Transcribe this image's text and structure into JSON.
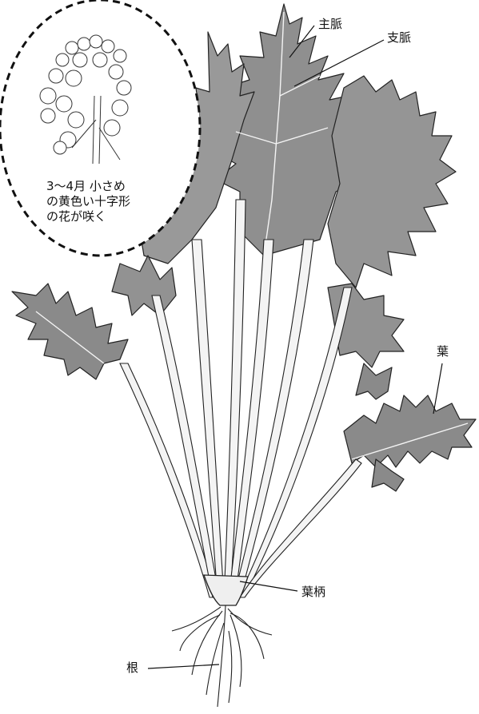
{
  "labels": {
    "main_vein": "主脈",
    "branch_vein": "支脈",
    "leaf": "葉",
    "petiole": "葉柄",
    "root": "根"
  },
  "flower_callout": {
    "line1": "3～4月 小さめ",
    "line2": "の黄色い十字形",
    "line3": "の花が咲く"
  },
  "colors": {
    "leaf_fill": "#8f8f8f",
    "leaf_dark": "#5a5a5a",
    "stem_fill": "#f4f4f4",
    "outline": "#222222",
    "flower_fill": "#ffffff"
  }
}
